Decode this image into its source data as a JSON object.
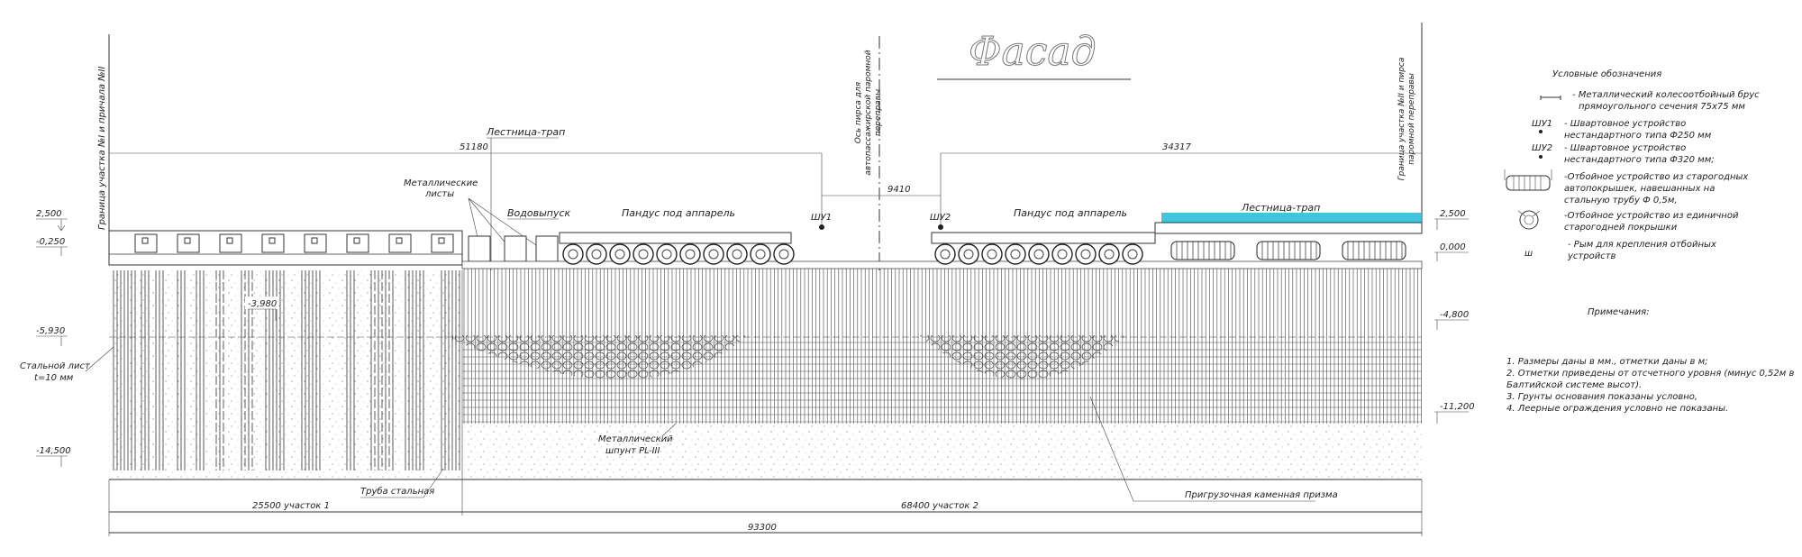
{
  "title": "Фасад",
  "boundaries": {
    "left": "Граница участка №I и причала №II",
    "axis": "Ось пирса для автопассажирской паромной переправы",
    "right": "Граница участка №II и пирса паромной переправы"
  },
  "dimensions": {
    "d51180": "51180",
    "d9410": "9410",
    "d34317": "34317",
    "section1": "25500 участок 1",
    "section2": "68400 участок 2",
    "total": "93300"
  },
  "mooring": {
    "sh1": "ШУ1",
    "sh2": "ШУ2"
  },
  "labels": {
    "ladder1": "Лестница-трап",
    "ladder2": "Лестница-трап",
    "metal_sheets": [
      "Металлические",
      "листы"
    ],
    "water_outlet": "Водовыпуск",
    "ramp1": "Пандус под аппарель",
    "ramp2": "Пандус под аппарель",
    "steel_sheet": [
      "Стальной лист",
      "t=10 мм"
    ],
    "sheet_pile": [
      "Металлический",
      "шпунт PL-III"
    ],
    "steel_pipe": "Труба стальная",
    "stone_prism": "Пригрузочная каменная призма"
  },
  "elevations": {
    "left": [
      "2,500",
      "-0,250",
      "-5,930",
      "-14,500"
    ],
    "inner": "-3,980",
    "right": [
      "2,500",
      "0,000",
      "-4,800",
      "-11,200"
    ]
  },
  "legend": {
    "title": "Условные обозначения",
    "items": [
      {
        "icon": "bar-icon",
        "lines": [
          "- Металлический колесоотбойный брус",
          "прямоугольного сечения 75x75 мм"
        ]
      },
      {
        "icon": "mooring-1-icon",
        "tag": "ШУ1",
        "lines": [
          "- Швартовное устройство",
          "нестандартного типа Ф250 мм"
        ]
      },
      {
        "icon": "mooring-2-icon",
        "tag": "ШУ2",
        "lines": [
          "- Швартовное устройство",
          "нестандартного типа Ф320 мм;"
        ]
      },
      {
        "icon": "tire-fender-icon",
        "lines": [
          "-Отбойное устройство из старогодных",
          "автопокрышек, навешанных на",
          "стальную трубу Ф 0,5м,"
        ]
      },
      {
        "icon": "single-tire-icon",
        "lines": [
          "-Отбойное устройство из единичной",
          "старогодней покрышки"
        ]
      },
      {
        "icon": "ring-icon",
        "tag": "ш",
        "lines": [
          "- Рым для крепления отбойных",
          "устройств"
        ]
      }
    ]
  },
  "notes": {
    "title": "Примечания:",
    "items": [
      "1. Размеры даны в мм., отметки даны в м;",
      "2. Отметки приведены от отсчетного уровня (минус 0,52м в",
      "Балтийской системе высот).",
      "3. Грунты основания показаны условно,",
      "4. Леерные ограждения условно не показаны."
    ]
  },
  "colors": {
    "highlight": "#22b8d8",
    "ink": "#333333"
  }
}
